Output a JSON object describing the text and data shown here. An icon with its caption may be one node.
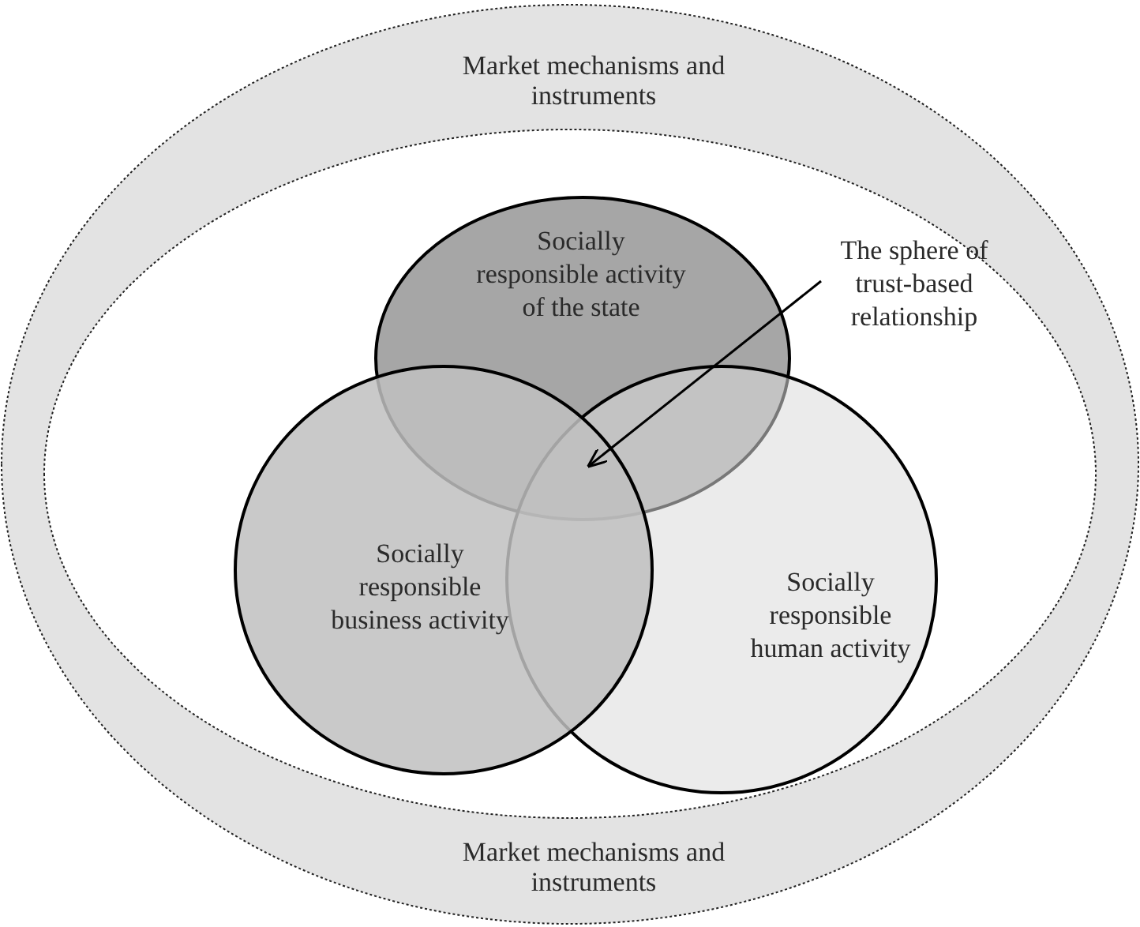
{
  "diagram": {
    "nodes": [
      {
        "text": [
          "Market mechanisms and instruments",
          "Market mechanisms and instruments"
        ]
      },
      {
        "text": [
          "Socially responsible activity of the state"
        ],
        "in": 0
      },
      {
        "text": [
          "Socially responsible business activity"
        ],
        "in": 0
      },
      {
        "text": [
          "Socially responsible human activity"
        ],
        "in": 0
      },
      {
        "text": [
          "The sphere of trust-based relationship"
        ],
        "in": 0
      }
    ],
    "edges": [
      {
        "from": 4,
        "to": 1,
        "arrow": "to"
      }
    ]
  }
}
